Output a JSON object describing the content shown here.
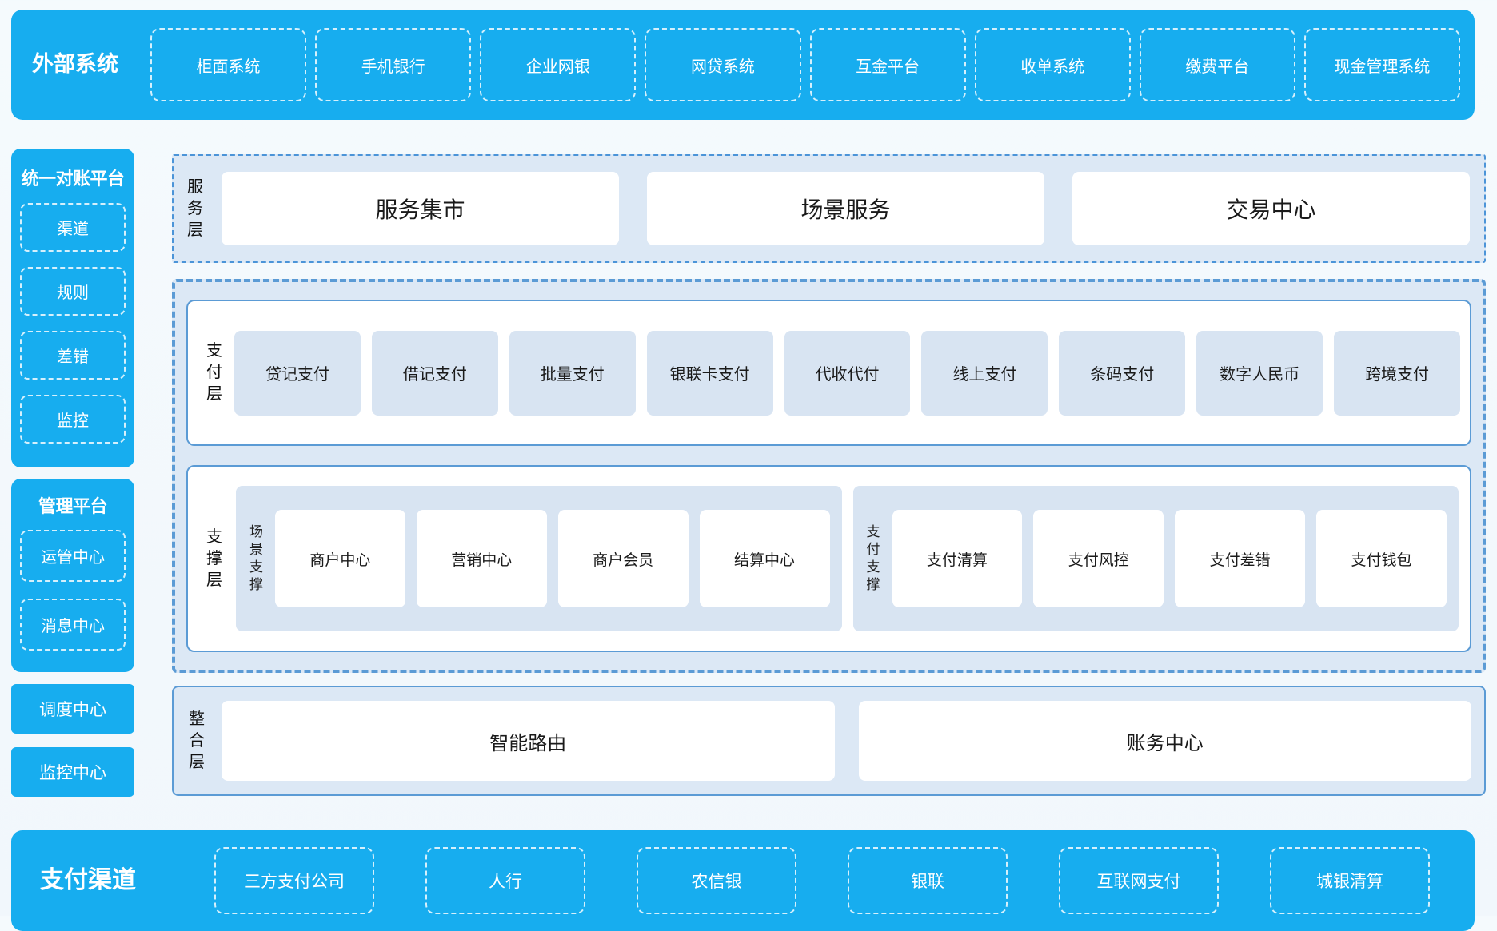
{
  "colors": {
    "brand": "#17ADEF",
    "panel_bg": "#DCE8F5",
    "chip_bg": "#D8E4F2",
    "border": "#5B9BD5",
    "text": "#1A1A1A"
  },
  "top_bar": {
    "title": "外部系统",
    "items": [
      "柜面系统",
      "手机银行",
      "企业网银",
      "网贷系统",
      "互金平台",
      "收单系统",
      "缴费平台",
      "现金管理系统"
    ]
  },
  "left": {
    "reconciliation": {
      "title": "统一对账平台",
      "items": [
        "渠道",
        "规则",
        "差错",
        "监控"
      ]
    },
    "management": {
      "title": "管理平台",
      "items": [
        "运管中心",
        "消息中心"
      ]
    },
    "solo_boxes": [
      "调度中心",
      "监控中心"
    ]
  },
  "main": {
    "service_layer": {
      "label": "服务层",
      "items": [
        "服务集市",
        "场景服务",
        "交易中心"
      ]
    },
    "payment_layer": {
      "label": "支付层",
      "items": [
        "贷记支付",
        "借记支付",
        "批量支付",
        "银联卡支付",
        "代收代付",
        "线上支付",
        "条码支付",
        "数字人民币",
        "跨境支付"
      ]
    },
    "support_layer": {
      "label": "支撑层",
      "groups": [
        {
          "label": "场景支撑",
          "items": [
            "商户中心",
            "营销中心",
            "商户会员",
            "结算中心"
          ]
        },
        {
          "label": "支付支撑",
          "items": [
            "支付清算",
            "支付风控",
            "支付差错",
            "支付钱包"
          ]
        }
      ]
    },
    "integration_layer": {
      "label": "整合层",
      "items": [
        "智能路由",
        "账务中心"
      ]
    }
  },
  "bottom_bar": {
    "title": "支付渠道",
    "items": [
      "三方支付公司",
      "人行",
      "农信银",
      "银联",
      "互联网支付",
      "城银清算"
    ]
  }
}
